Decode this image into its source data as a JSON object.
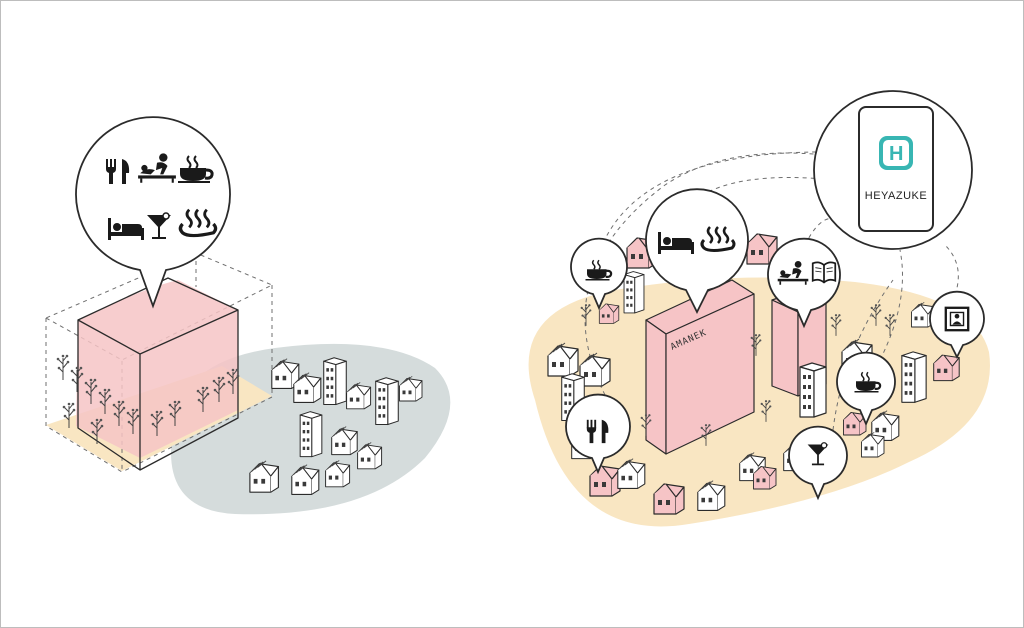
{
  "diagram": {
    "left_scene": {
      "bubble_icons": [
        "fork-knife-icon",
        "massage-icon",
        "coffee-cup-icon",
        "bed-icon",
        "cocktail-icon",
        "hot-spring-icon"
      ]
    },
    "right_scene": {
      "building_sign": "AMANEK",
      "app_card_label": "HEYAZUKE",
      "app_logo_letter": "H",
      "bubbles": [
        {
          "id": "coffee-left",
          "icons": [
            "coffee-cup-icon"
          ]
        },
        {
          "id": "hotel",
          "icons": [
            "bed-icon",
            "hot-spring-icon"
          ]
        },
        {
          "id": "massage-books",
          "icons": [
            "massage-icon",
            "book-icon"
          ]
        },
        {
          "id": "frame",
          "icons": [
            "picture-frame-icon"
          ]
        },
        {
          "id": "coffee-right",
          "icons": [
            "coffee-cup-icon"
          ]
        },
        {
          "id": "restaurant",
          "icons": [
            "fork-knife-icon"
          ]
        },
        {
          "id": "bar",
          "icons": [
            "cocktail-icon"
          ]
        }
      ]
    },
    "colors": {
      "pink_zone": "#f6c4c6",
      "sand_ground": "#f9e6c2",
      "grey_ground": "#d5dcdc",
      "app_teal": "#38b6b3"
    }
  }
}
